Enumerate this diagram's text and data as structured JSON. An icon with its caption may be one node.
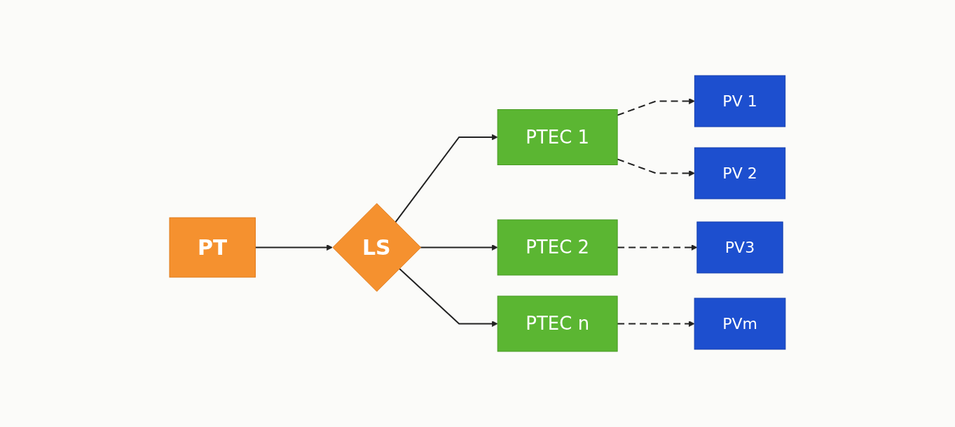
{
  "diagram": {
    "nodes": [
      {
        "text": [
          "PT"
        ]
      },
      {
        "text": [
          "LS"
        ]
      },
      {
        "text": [
          "PTEC 1"
        ]
      },
      {
        "text": [
          "PTEC 2"
        ]
      },
      {
        "text": [
          "PTEC n"
        ]
      },
      {
        "text": [
          "PV 1"
        ]
      },
      {
        "text": [
          "PV 2"
        ]
      },
      {
        "text": [
          "PV3"
        ]
      },
      {
        "text": [
          "PVm"
        ]
      }
    ],
    "edges": [
      {
        "from": 0,
        "to": 1,
        "arrow": "to"
      },
      {
        "from": 1,
        "to": 2,
        "arrow": "to"
      },
      {
        "from": 1,
        "to": 3,
        "arrow": "to"
      },
      {
        "from": 1,
        "to": 4,
        "arrow": "to"
      },
      {
        "from": 2,
        "to": 5,
        "arrow": "to",
        "style": "dashed"
      },
      {
        "from": 2,
        "to": 6,
        "arrow": "to",
        "style": "dashed"
      },
      {
        "from": 3,
        "to": 7,
        "arrow": "to",
        "style": "dashed"
      },
      {
        "from": 4,
        "to": 8,
        "arrow": "to",
        "style": "dashed"
      }
    ]
  }
}
